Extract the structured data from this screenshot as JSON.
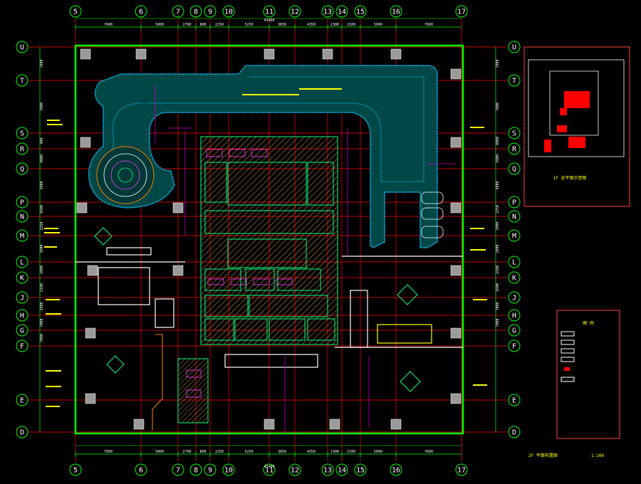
{
  "drawing": {
    "background": "#000000",
    "colors": {
      "axis_circle": "#00ff00",
      "axis_line": "#ff0000",
      "axis_text": "#ffffff",
      "dimension": "#00ff00",
      "boundary": "#00ff00",
      "wall": "#ffffff",
      "water_channel": "#004848",
      "water_edge": "#00c8ff",
      "hatch_zone": "#b8863c",
      "pink_room": "#ff40ff",
      "furniture": "#00ff80",
      "note_yellow": "#ffff00",
      "columns": "#888888",
      "magenta_line": "#c000c0",
      "legend_red": "#ff0000"
    },
    "grid_columns": [
      "5",
      "6",
      "7",
      "8",
      "9",
      "10",
      "11",
      "12",
      "13",
      "14",
      "15",
      "16",
      "17"
    ],
    "grid_rows": [
      "U",
      "T",
      "S",
      "R",
      "Q",
      "P",
      "N",
      "M",
      "L",
      "K",
      "J",
      "H",
      "G",
      "F",
      "E",
      "D"
    ],
    "top_dims": [
      "7600",
      "5000",
      "2700",
      "800",
      "2250",
      "5250",
      "3850",
      "4350",
      "1300",
      "2100",
      "5000",
      "7600"
    ],
    "bottom_dims": [
      "7600",
      "5000",
      "2700",
      "800",
      "2250",
      "5250",
      "3850",
      "4350",
      "1300",
      "2100",
      "5000",
      "7600"
    ],
    "top_total": "45400",
    "bottom_total": "45400",
    "left_dims": [
      "7800",
      "7800",
      "400",
      "4000",
      "3900",
      "4500",
      "2250",
      "3900",
      "2800",
      "2100",
      "2600",
      "7000",
      "7000"
    ],
    "right_dims": [
      "7800",
      "7800",
      "4000",
      "3900",
      "4800",
      "2250",
      "3900",
      "2800",
      "2100",
      "2600",
      "7000",
      "7000"
    ],
    "drawing_title": "2F  平面布置图",
    "drawing_scale": "1:100",
    "key_plan_title": "1F  总平面示意图",
    "legend_title": "图  例"
  }
}
